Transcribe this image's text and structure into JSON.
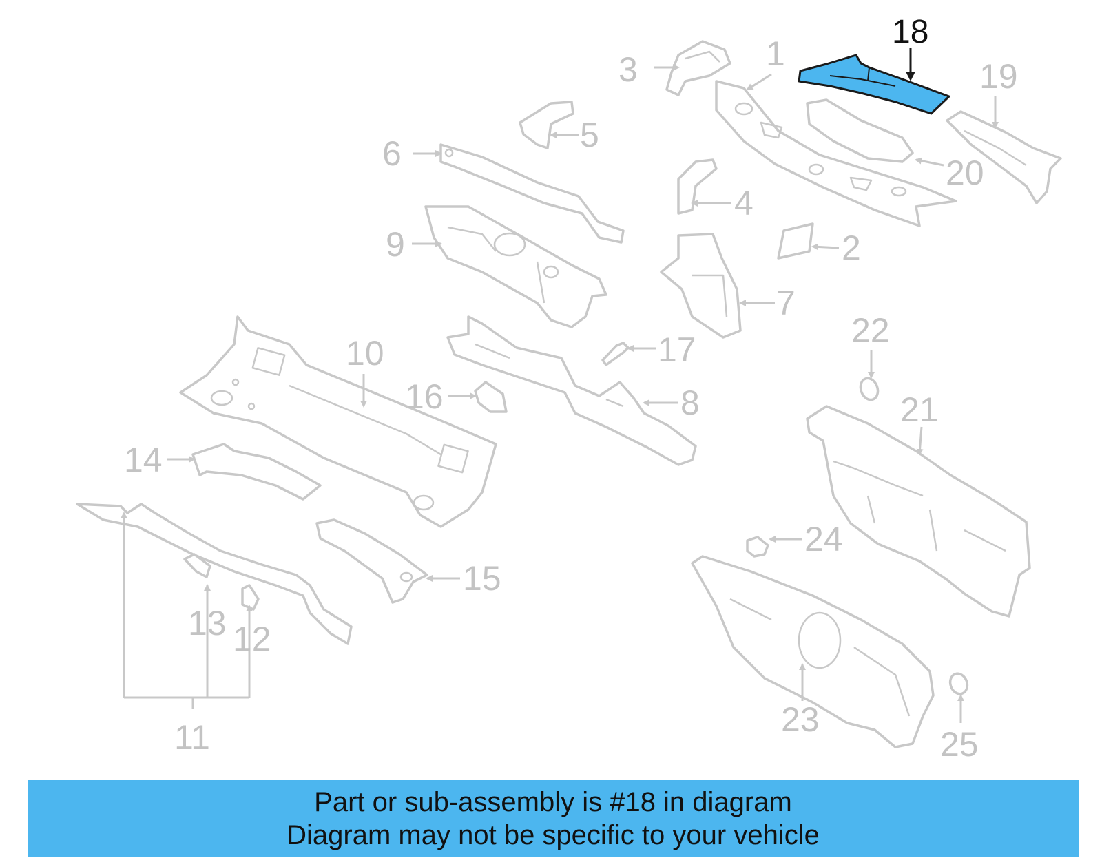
{
  "diagram": {
    "highlight_color": "#4cb6ef",
    "part_outline_color": "#c8c8c8",
    "highlighted_part": "18",
    "callouts": [
      "1",
      "2",
      "3",
      "4",
      "5",
      "6",
      "7",
      "8",
      "9",
      "10",
      "11",
      "12",
      "13",
      "14",
      "15",
      "16",
      "17",
      "18",
      "19",
      "20",
      "21",
      "22",
      "23",
      "24",
      "25"
    ]
  },
  "banner": {
    "line1": "Part or sub-assembly is #18 in diagram",
    "line2": "Diagram may not be specific to your vehicle",
    "background": "#4cb6ef"
  }
}
